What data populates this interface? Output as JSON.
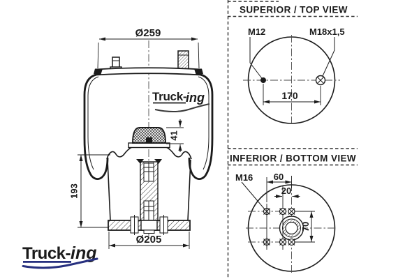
{
  "brand": {
    "word": "Truck-",
    "suffix": "ing"
  },
  "colors": {
    "line": "#1b1b1b",
    "logo_navy": "#27307f",
    "logo_orange": "#f58220",
    "logo_gray": "#3a3a3a"
  },
  "main_view": {
    "dim_top_plate_diameter": "Ø259",
    "dim_bumper_height": "41",
    "dim_piston_height": "193",
    "dim_base_diameter": "Ø205"
  },
  "top_view": {
    "title": "SUPERIOR / TOP VIEW",
    "stud_label": "M12",
    "air_fitting_label": "M18x1,5",
    "dim_stud_spacing": "170"
  },
  "bottom_view": {
    "title": "INFERIOR / BOTTOM VIEW",
    "bolt_label": "M16",
    "dim_bolt_spacing_outer": "60",
    "dim_bolt_spacing_inner": "20",
    "dim_bolt_rows": "70"
  }
}
